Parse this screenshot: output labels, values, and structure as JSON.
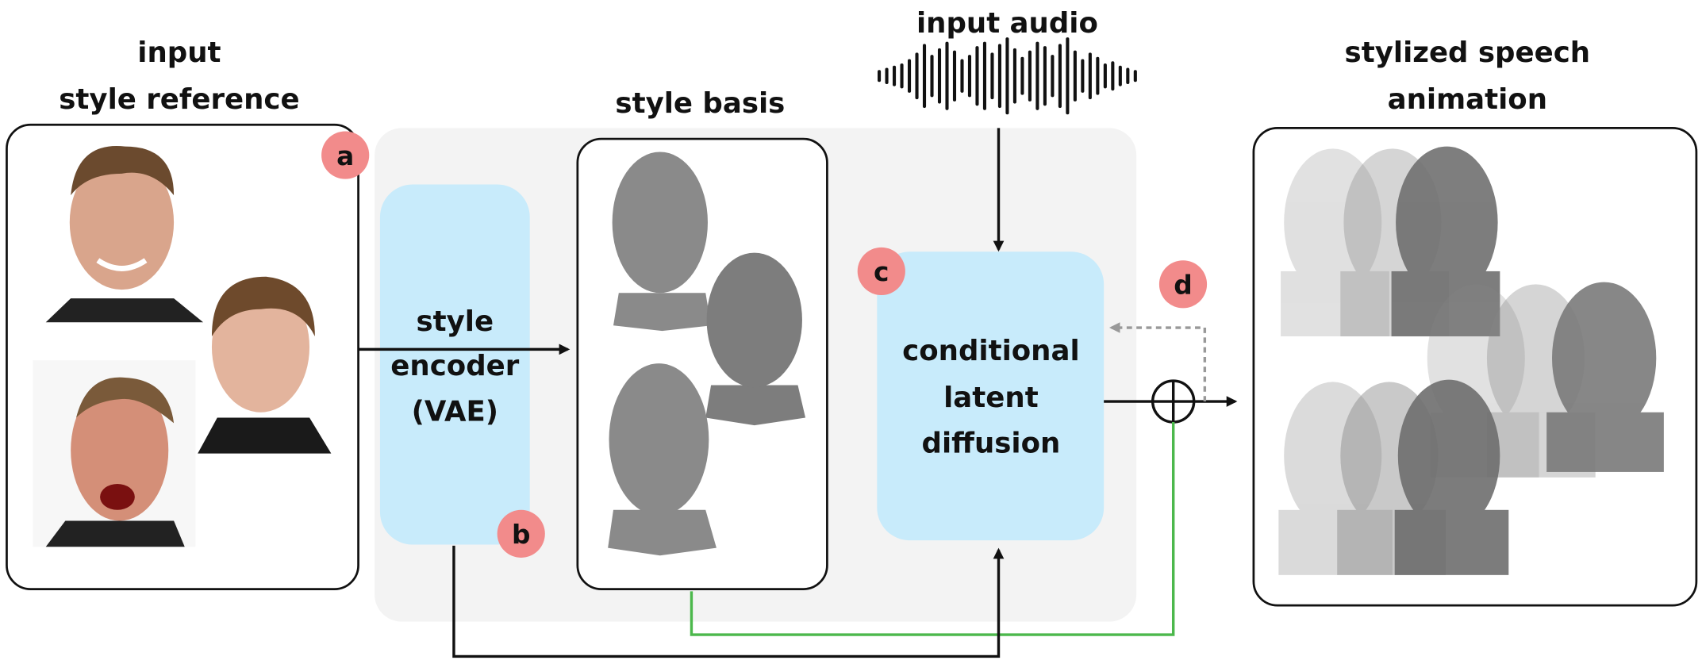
{
  "titles": {
    "input_line1": "input",
    "input_line2": "style reference",
    "style_basis": "style basis",
    "input_audio": "input audio",
    "output_line1": "stylized speech",
    "output_line2": "animation"
  },
  "encoder": {
    "line1": "style",
    "line2": "encoder",
    "line3": "(VAE)"
  },
  "diffusion": {
    "line1": "conditional",
    "line2": "latent",
    "line3": "diffusion"
  },
  "badges": {
    "a": "a",
    "b": "b",
    "c": "c",
    "d": "d"
  },
  "colors": {
    "badge": "#f28b8b",
    "module_fill": "#c8ebfb",
    "panel_fill": "#f3f3f3",
    "residual_line": "#4cb84c",
    "feedback_dashed": "#999999"
  }
}
